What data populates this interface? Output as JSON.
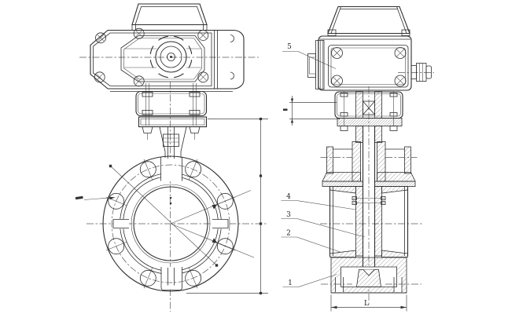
{
  "colors": {
    "background": "#ffffff",
    "line": "#2e2e2e",
    "centerline": "#5a5a5a",
    "hatch": "#4a4a4a",
    "text": "#222222"
  },
  "callouts": {
    "part_1": "1",
    "part_2": "2",
    "part_3": "3",
    "part_4": "4",
    "part_5": "5"
  },
  "dimensions": {
    "face_to_face_label": "L"
  }
}
